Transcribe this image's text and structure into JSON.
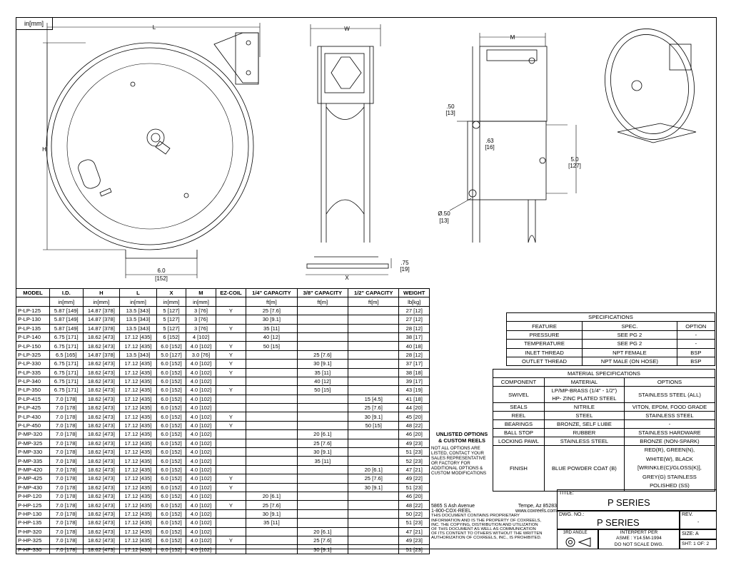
{
  "units": "in[mm]",
  "dims": {
    "L": "L",
    "H": "H",
    "W": "W",
    "M": "M",
    "X": "X",
    "base_in": "6.0",
    "base_mm": "[152]",
    "d75_in": ".75",
    "d75_mm": "[19]",
    "d50_in": ".50",
    "d50_mm": "[13]",
    "d63_in": ".63",
    "d63_mm": "[16]",
    "d5_in": "5.0",
    "d5_mm": "[127]",
    "hole_in": "Ø.50",
    "hole_mm": "[13]"
  },
  "model_table": {
    "headers": [
      "MODEL",
      "I.D.",
      "H",
      "L",
      "X",
      "M",
      "EZ-COIL",
      "1/4\" CAPACITY",
      "3/8\" CAPACITY",
      "1/2\" CAPACITY",
      "WEIGHT"
    ],
    "subheaders": [
      "",
      "in[mm]",
      "in[mm]",
      "in[mm]",
      "in[mm]",
      "in[mm]",
      "",
      "ft[m]",
      "ft[m]",
      "ft[m]",
      "lb[kg]"
    ],
    "rows": [
      [
        "P-LP-125",
        "5.87 [149]",
        "14.87 [378]",
        "13.5 [343]",
        "5 [127]",
        "3 [76]",
        "Y",
        "25 [7.6]",
        "",
        "",
        "27 [12]"
      ],
      [
        "P-LP-130",
        "5.87 [149]",
        "14.87 [378]",
        "13.5 [343]",
        "5 [127]",
        "3 [76]",
        "",
        "30 [9.1]",
        "",
        "",
        "27 [12]"
      ],
      [
        "P-LP-135",
        "5.87 [149]",
        "14.87 [378]",
        "13.5 [343]",
        "5 [127]",
        "3 [76]",
        "Y",
        "35 [11]",
        "",
        "",
        "28 [12]"
      ],
      [
        "P-LP-140",
        "6.75 [171]",
        "18.62 [473]",
        "17.12 [435]",
        "6 [152]",
        "4 [102]",
        "",
        "40 [12]",
        "",
        "",
        "38 [17]"
      ],
      [
        "P-LP-150",
        "6.75 [171]",
        "18.62 [473]",
        "17.12 [435]",
        "6.0 [152]",
        "4.0 [102]",
        "Y",
        "50 [15]",
        "",
        "",
        "40 [18]"
      ],
      [
        "P-LP-325",
        "6.5 [165]",
        "14.87 [378]",
        "13.5 [343]",
        "5.0 [127]",
        "3.0 [76]",
        "Y",
        "",
        "25 [7.6]",
        "",
        "28 [12]"
      ],
      [
        "P-LP-330",
        "6.75 [171]",
        "18.62 [473]",
        "17.12 [435]",
        "6.0 [152]",
        "4.0 [102]",
        "Y",
        "",
        "30 [9.1]",
        "",
        "37 [17]"
      ],
      [
        "P-LP-335",
        "6.75 [171]",
        "18.62 [473]",
        "17.12 [435]",
        "6.0 [152]",
        "4.0 [102]",
        "Y",
        "",
        "35 [11]",
        "",
        "38 [18]"
      ],
      [
        "P-LP-340",
        "6.75 [171]",
        "18.62 [473]",
        "17.12 [435]",
        "6.0 [152]",
        "4.0 [102]",
        "",
        "",
        "40 [12]",
        "",
        "39 [17]"
      ],
      [
        "P-LP-350",
        "6.75 [171]",
        "18.62 [473]",
        "17.12 [435]",
        "6.0 [152]",
        "4.0 [102]",
        "Y",
        "",
        "50 [15]",
        "",
        "43 [19]"
      ],
      [
        "P-LP-415",
        "7.0 [178]",
        "18.62 [473]",
        "17.12 [435]",
        "6.0 [152]",
        "4.0 [102]",
        "",
        "",
        "",
        "15 [4.5]",
        "41 [18]"
      ],
      [
        "P-LP-425",
        "7.0 [178]",
        "18.62 [473]",
        "17.12 [435]",
        "6.0 [152]",
        "4.0 [102]",
        "",
        "",
        "",
        "25 [7.6]",
        "44 [20]"
      ],
      [
        "P-LP-430",
        "7.0 [178]",
        "18.62 [473]",
        "17.12 [435]",
        "6.0 [152]",
        "4.0 [102]",
        "Y",
        "",
        "",
        "30 [9.1]",
        "45 [20]"
      ],
      [
        "P-LP-450",
        "7.0 [178]",
        "18.62 [473]",
        "17.12 [435]",
        "6.0 [152]",
        "4.0 [102]",
        "Y",
        "",
        "",
        "50 [15]",
        "48 [22]"
      ],
      [
        "P-MP-320",
        "7.0 [178]",
        "18.62 [473]",
        "17.12 [435]",
        "6.0 [152]",
        "4.0 [102]",
        "",
        "",
        "20 [6.1]",
        "",
        "46 [20]"
      ],
      [
        "P-MP-325",
        "7.0 [178]",
        "18.62 [473]",
        "17.12 [435]",
        "6.0 [152]",
        "4.0 [102]",
        "",
        "",
        "25 [7.6]",
        "",
        "49 [23]"
      ],
      [
        "P-MP-330",
        "7.0 [178]",
        "18.62 [473]",
        "17.12 [435]",
        "6.0 [152]",
        "4.0 [102]",
        "",
        "",
        "30 [9.1]",
        "",
        "51 [23]"
      ],
      [
        "P-MP-335",
        "7.0 [178]",
        "18.62 [473]",
        "17.12 [435]",
        "6.0 [152]",
        "4.0 [102]",
        "",
        "",
        "35 [11]",
        "",
        "52 [23]"
      ],
      [
        "P-MP-420",
        "7.0 [178]",
        "18.62 [473]",
        "17.12 [435]",
        "6.0 [152]",
        "4.0 [102]",
        "",
        "",
        "",
        "20 [6.1]",
        "47 [21]"
      ],
      [
        "P-MP-425",
        "7.0 [178]",
        "18.62 [473]",
        "17.12 [435]",
        "6.0 [152]",
        "4.0 [102]",
        "Y",
        "",
        "",
        "25 [7.6]",
        "49 [22]"
      ],
      [
        "P-MP-430",
        "7.0 [178]",
        "18.62 [473]",
        "17.12 [435]",
        "6.0 [152]",
        "4.0 [102]",
        "Y",
        "",
        "",
        "30 [9.1]",
        "51 [23]"
      ],
      [
        "P-HP-120",
        "7.0 [178]",
        "18.62 [473]",
        "17.12 [435]",
        "6.0 [152]",
        "4.0 [102]",
        "",
        "20 [6.1]",
        "",
        "",
        "46 [20]"
      ],
      [
        "P-HP-125",
        "7.0 [178]",
        "18.62 [473]",
        "17.12 [435]",
        "6.0 [152]",
        "4.0 [102]",
        "Y",
        "25 [7.6]",
        "",
        "",
        "48 [22]"
      ],
      [
        "P-HP-130",
        "7.0 [178]",
        "18.62 [473]",
        "17.12 [435]",
        "6.0 [152]",
        "4.0 [102]",
        "",
        "30 [9.1]",
        "",
        "",
        "50 [22]"
      ],
      [
        "P-HP-135",
        "7.0 [178]",
        "18.62 [473]",
        "17.12 [435]",
        "6.0 [152]",
        "4.0 [102]",
        "",
        "35 [11]",
        "",
        "",
        "51 [23]"
      ],
      [
        "P-HP-320",
        "7.0 [178]",
        "18.62 [473]",
        "17.12 [435]",
        "6.0 [152]",
        "4.0 [102]",
        "",
        "",
        "20 [6.1]",
        "",
        "47 [21]"
      ],
      [
        "P-HP-325",
        "7.0 [178]",
        "18.62 [473]",
        "17.12 [435]",
        "6.0 [152]",
        "4.0 [102]",
        "Y",
        "",
        "25 [7.6]",
        "",
        "49 [23]"
      ],
      [
        "P-HP-330",
        "7.0 [178]",
        "18.62 [473]",
        "17.12 [435]",
        "6.0 [152]",
        "4.0 [102]",
        "",
        "",
        "30 [9.1]",
        "",
        "51 [23]"
      ]
    ]
  },
  "specifications": {
    "title": "SPECIFICATIONS",
    "headers": [
      "FEATURE",
      "SPEC.",
      "OPTION"
    ],
    "rows": [
      [
        "PRESSURE",
        "SEE PG 2",
        "-"
      ],
      [
        "TEMPERATURE",
        "SEE PG 2",
        "-"
      ],
      [
        "INLET THREAD",
        "NPT FEMALE",
        "BSP"
      ],
      [
        "OUTLET THREAD",
        "NPT MALE (ON HOSE)",
        "BSP"
      ]
    ]
  },
  "material_specifications": {
    "title": "MATERIAL SPECIFICATIONS",
    "headers": [
      "COMPONENT",
      "MATERIAL",
      "OPTIONS"
    ],
    "swivel": {
      "component": "SWIVEL",
      "material_1": "LP/MP-BRASS (1/4\" - 1/2\")",
      "material_2": "HP- ZINC PLATED STEEL",
      "option": "STAINLESS STEEL (ALL)"
    },
    "rows": [
      [
        "SEALS",
        "NITRILE",
        "VITON, EPDM, FOOD GRADE"
      ],
      [
        "REEL",
        "STEEL",
        "STAINLESS STEEL"
      ],
      [
        "BEARINGS",
        "BRONZE, SELF LUBE",
        "-"
      ],
      [
        "BALL STOP",
        "RUBBER",
        "STAINLESS HARDWARE"
      ],
      [
        "LOCKING PAWL",
        "STAINLESS STEEL",
        "BRONZE (NON-SPARK)"
      ]
    ],
    "finish": {
      "component": "FINISH",
      "material": "BLUE POWDER COAT (B)",
      "options": [
        "RED(R), GREEN(N),",
        "WHITE(W), BLACK",
        "[WRINKLE(C)/GLOSS(K)],",
        "GREY(G) STAINLESS",
        "POLISHED (SS)"
      ]
    }
  },
  "unlisted": {
    "title_1": "UNLISTED OPTIONS",
    "title_2": "& CUSTOM REELS",
    "lines": [
      "NOT ALL OPTIONS ARE",
      "LISTED, CONTACT YOUR",
      "SALES REPRESENTATIVE",
      "OR FACTORY FOR",
      "ADDITIONAL OPTIONS &",
      "CUSTOM MODIFICATIONS"
    ]
  },
  "title_block": {
    "address": "5865 S Ash Avenue",
    "city": "Tempe, Az  85283",
    "phone": "1-800-COX-REEL",
    "web": "www.coxreels.com",
    "notice": [
      "THIS DOCUMENT CONTAINS PROPRIETARY",
      "INFORMATION AND IS THE PROPERTY OF COXREELS,",
      "INC. THE COPYING, DISTRIBUTION AND UTILIZATION",
      "OF THIS DOCUMENT AS WELL AS COMMUNICATION",
      "OF ITS CONTENT TO OTHERS WITHOUT THE WRITTEN",
      "AUTHORIZATION OF COXREELS, INC., IS PROHIBITED."
    ],
    "title_label": "TITLE:",
    "title": "P SERIES",
    "dwg_label": "DWG. NO.:",
    "dwg": "P SERIES",
    "rev_label": "REV.",
    "rev": "-",
    "angle": "3RD ANGLE",
    "interpret_1": "INTERPERT PER",
    "interpret_2": "ASME : Y14.5M-1994",
    "interpret_3": "DO NOT SCALE DWG.",
    "size": "SIZE: A",
    "sheet": "SHT: 1 OF: 2"
  }
}
